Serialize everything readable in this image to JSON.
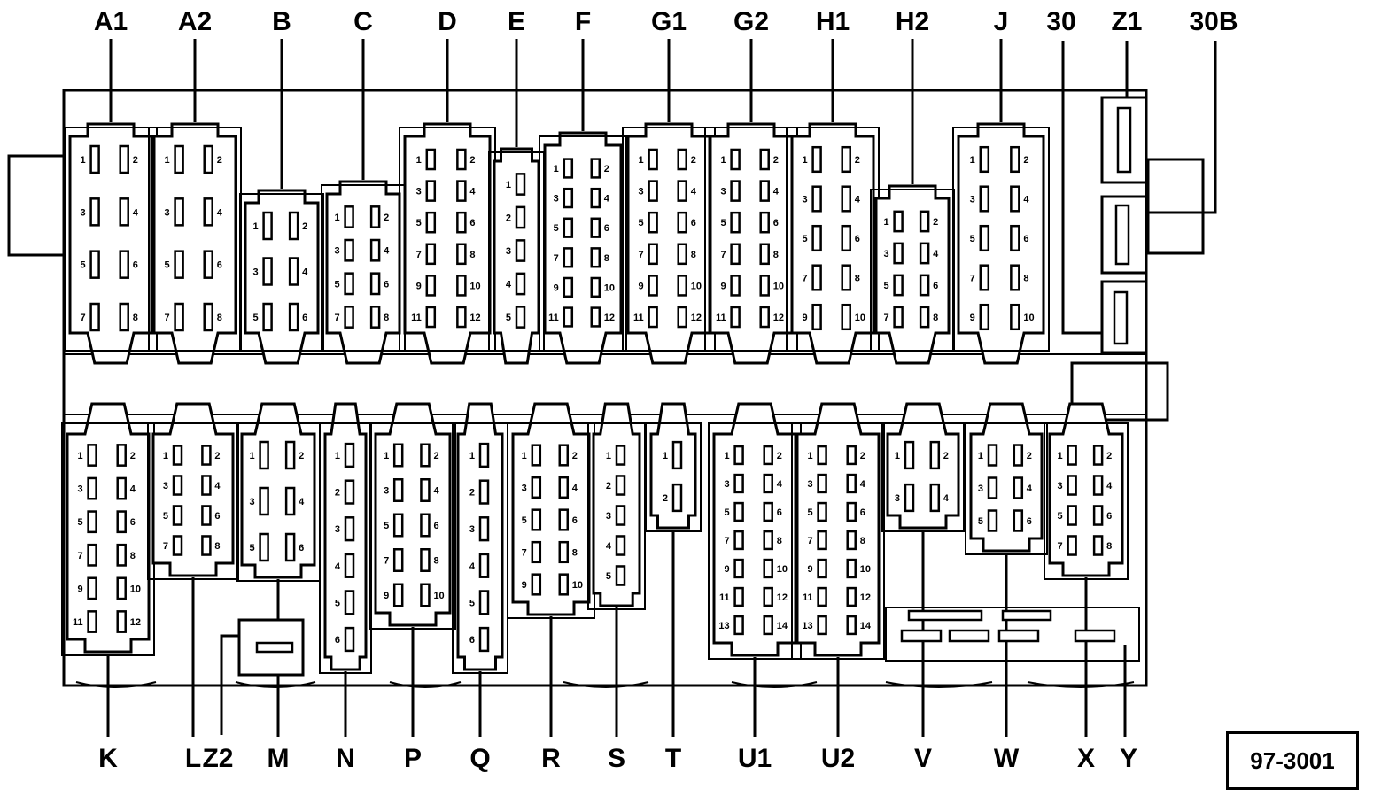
{
  "figure_ref": "97-3001",
  "top_connectors": [
    {
      "label": "A1",
      "pins": 8,
      "layout": "double"
    },
    {
      "label": "A2",
      "pins": 8,
      "layout": "double"
    },
    {
      "label": "B",
      "pins": 6,
      "layout": "double"
    },
    {
      "label": "C",
      "pins": 8,
      "layout": "double"
    },
    {
      "label": "D",
      "pins": 12,
      "layout": "double"
    },
    {
      "label": "E",
      "pins": 5,
      "layout": "single"
    },
    {
      "label": "F",
      "pins": 12,
      "layout": "double"
    },
    {
      "label": "G1",
      "pins": 12,
      "layout": "double"
    },
    {
      "label": "G2",
      "pins": 12,
      "layout": "double"
    },
    {
      "label": "H1",
      "pins": 10,
      "layout": "double"
    },
    {
      "label": "H2",
      "pins": 8,
      "layout": "double"
    },
    {
      "label": "J",
      "pins": 10,
      "layout": "double"
    }
  ],
  "top_terminals": [
    {
      "label": "30"
    },
    {
      "label": "Z1"
    },
    {
      "label": "30B"
    }
  ],
  "bottom_connectors": [
    {
      "label": "K",
      "pins": 12,
      "layout": "double"
    },
    {
      "label": "L",
      "pins": 8,
      "layout": "double"
    },
    {
      "label": "M",
      "pins": 6,
      "layout": "double"
    },
    {
      "label": "N",
      "pins": 6,
      "layout": "single"
    },
    {
      "label": "P",
      "pins": 10,
      "layout": "double"
    },
    {
      "label": "Q",
      "pins": 6,
      "layout": "single"
    },
    {
      "label": "R",
      "pins": 10,
      "layout": "double"
    },
    {
      "label": "S",
      "pins": 5,
      "layout": "single"
    },
    {
      "label": "T",
      "pins": 2,
      "layout": "single"
    },
    {
      "label": "U1",
      "pins": 14,
      "layout": "double"
    },
    {
      "label": "U2",
      "pins": 14,
      "layout": "double"
    },
    {
      "label": "V",
      "pins": 4,
      "layout": "double"
    },
    {
      "label": "W",
      "pins": 6,
      "layout": "double"
    },
    {
      "label": "X",
      "pins": 8,
      "layout": "double"
    }
  ],
  "bottom_terminals": [
    {
      "label": "Z2"
    },
    {
      "label": "Y"
    }
  ]
}
